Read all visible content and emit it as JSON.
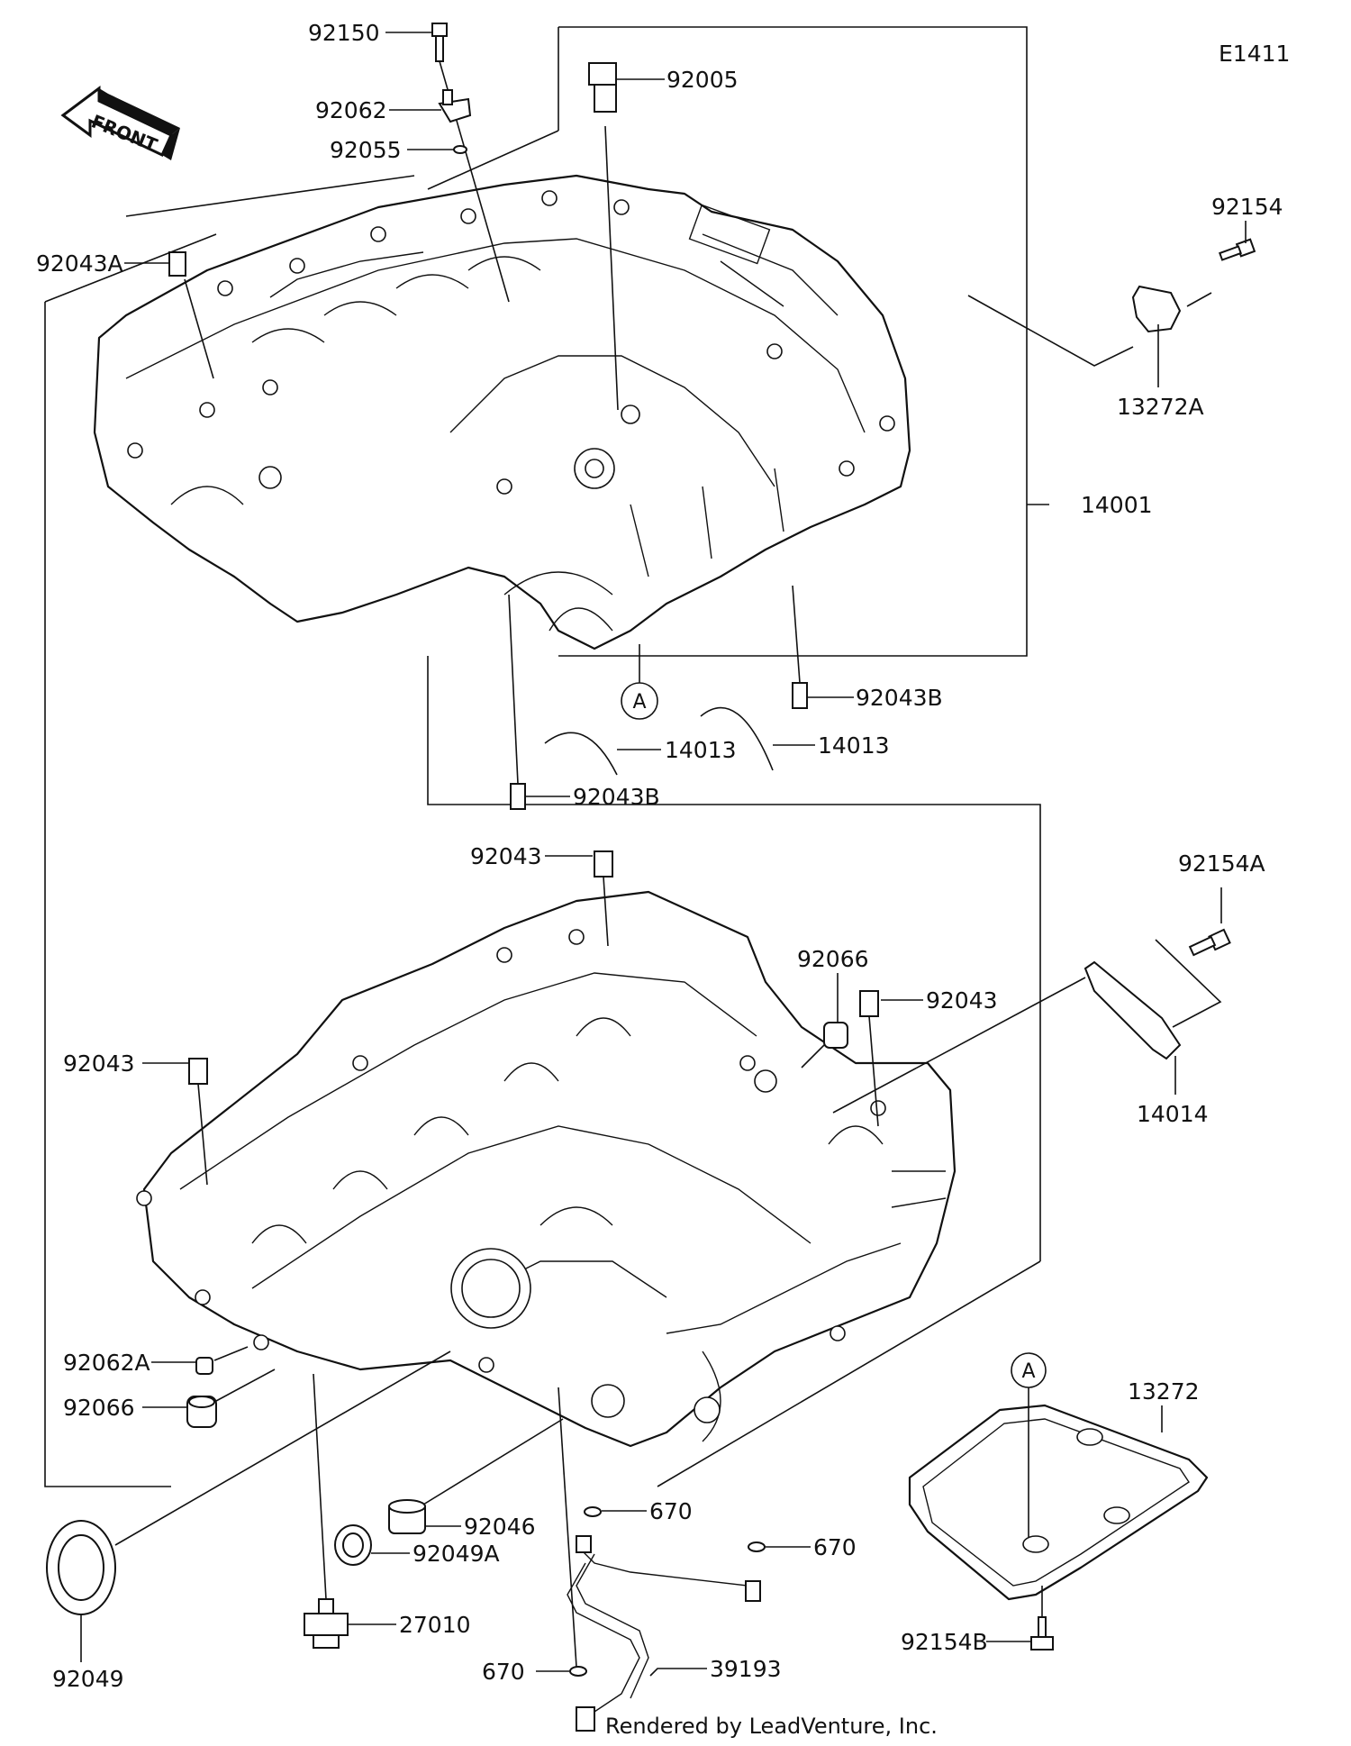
{
  "diagram_code": "E1411",
  "front_label": "FRONT",
  "footer": "Rendered by LeadVenture, Inc.",
  "callout_letter": "A",
  "parts": {
    "p92150": "92150",
    "p92062": "92062",
    "p92055": "92055",
    "p92005": "92005",
    "p92043A": "92043A",
    "p92154": "92154",
    "p13272A": "13272A",
    "p14001": "14001",
    "p92043B_right": "92043B",
    "p92043B_left": "92043B",
    "p14013_left": "14013",
    "p14013_right": "14013",
    "p92154A": "92154A",
    "p92043_top": "92043",
    "p92066_top": "92066",
    "p92043_right": "92043",
    "p92043_left": "92043",
    "p14014": "14014",
    "p92062A": "92062A",
    "p92066_left": "92066",
    "p13272": "13272",
    "p92046": "92046",
    "p92049A": "92049A",
    "p670_a": "670",
    "p670_b": "670",
    "p670_c": "670",
    "p92049": "92049",
    "p27010": "27010",
    "p39193": "39193",
    "p92154B": "92154B"
  }
}
